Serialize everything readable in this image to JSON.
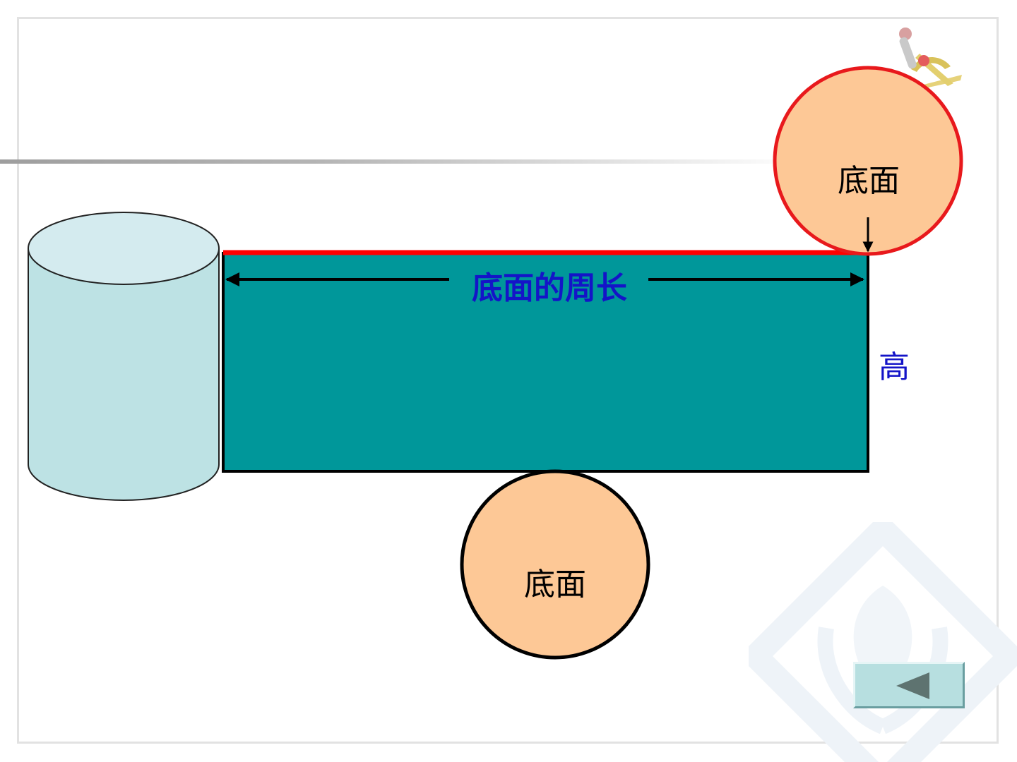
{
  "labels": {
    "top_circle": "底面",
    "bottom_circle": "底面",
    "perimeter": "底面的周长",
    "height": "高"
  },
  "colors": {
    "rectangle_fill": "#00979a",
    "circle_fill": "#fdc896",
    "top_circle_stroke": "#e8191c",
    "cylinder_fill": "#bde2e4",
    "perimeter_line": "#ff0000",
    "label_blue": "#1414c8"
  },
  "icons": {
    "back_button": "triangle-left-icon",
    "corner_logo": "tools-logo-icon",
    "watermark": "sprout-watermark-icon"
  }
}
